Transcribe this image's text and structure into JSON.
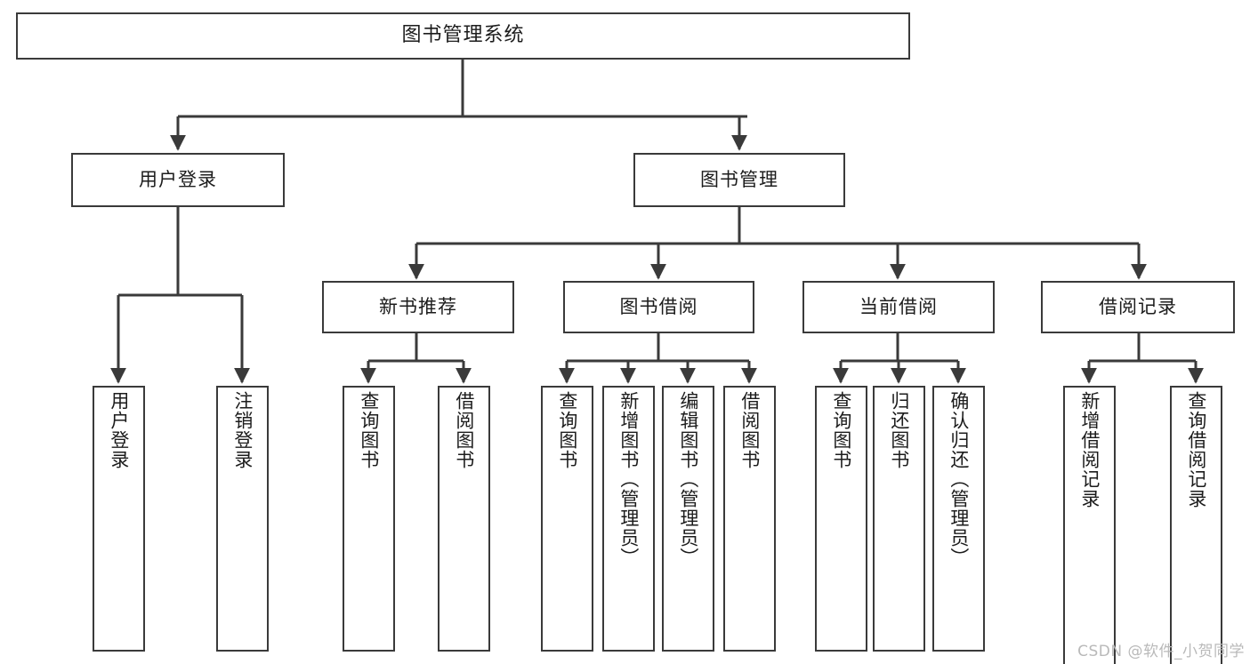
{
  "diagram": {
    "title": "图书管理系统",
    "type": "tree",
    "watermark": "CSDN @软件_小贺同学",
    "colors": {
      "stroke": "#3a3a3a",
      "fill": "#ffffff",
      "text": "#1c1c1c",
      "watermark": "#b9b9b9"
    },
    "levels": {
      "root": {
        "label": "图书管理系统"
      },
      "level2": [
        {
          "label": "用户登录"
        },
        {
          "label": "图书管理"
        }
      ],
      "level3": [
        {
          "label": "新书推荐"
        },
        {
          "label": "图书借阅"
        },
        {
          "label": "当前借阅"
        },
        {
          "label": "借阅记录"
        }
      ],
      "leaves": {
        "user_login": [
          {
            "label": "用户登录"
          },
          {
            "label": "注销登录"
          }
        ],
        "new_book": [
          {
            "label": "查询图书"
          },
          {
            "label": "借阅图书"
          }
        ],
        "book_borrow": [
          {
            "label": "查询图书"
          },
          {
            "label": "新增图书（管理员）"
          },
          {
            "label": "编辑图书（管理员）"
          },
          {
            "label": "借阅图书"
          }
        ],
        "current_borrow": [
          {
            "label": "查询图书"
          },
          {
            "label": "归还图书"
          },
          {
            "label": "确认归还（管理员）"
          }
        ],
        "borrow_record": [
          {
            "label": "新增借阅记录"
          },
          {
            "label": "查询借阅记录"
          }
        ]
      }
    }
  }
}
